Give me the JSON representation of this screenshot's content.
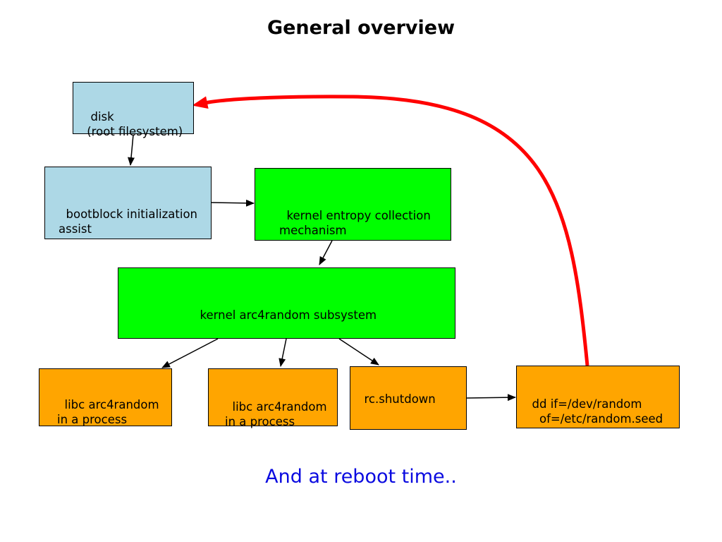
{
  "title": "General overview",
  "footer": "And at reboot time..",
  "colors": {
    "disk_fill": "#add8e6",
    "kernel_fill": "#00ff00",
    "process_fill": "#ffa500",
    "reboot_arrow": "#ff0000",
    "footer_text": "#0a0ae0"
  },
  "nodes": {
    "disk": "disk\n (root filesystem)",
    "bootblock": "bootblock initialization\nassist",
    "entropy": "kernel entropy collection\nmechanism",
    "arc4random": "kernel arc4random subsystem",
    "libc1": "libc arc4random\nin a process",
    "libc2": "libc arc4random\nin a process",
    "shutdown": "rc.shutdown",
    "dd": "dd if=/dev/random\n    of=/etc/random.seed"
  }
}
